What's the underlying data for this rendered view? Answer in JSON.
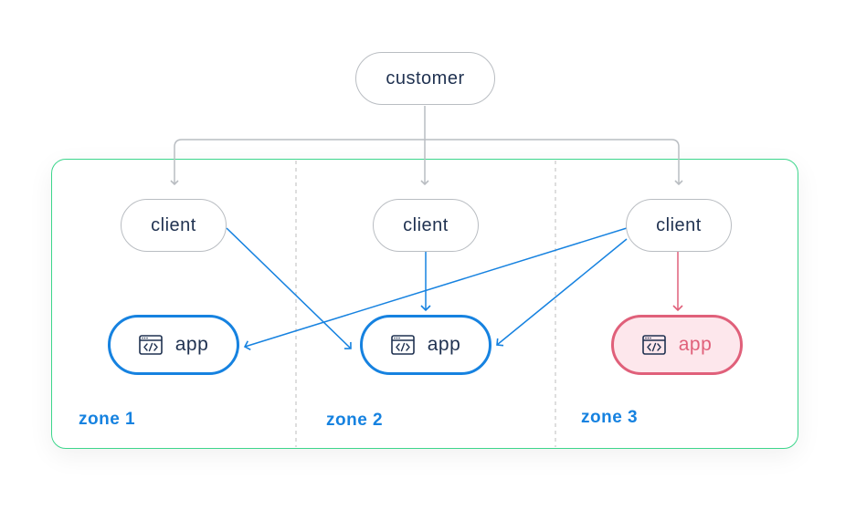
{
  "customer": {
    "label": "customer"
  },
  "clients": [
    {
      "label": "client"
    },
    {
      "label": "client"
    },
    {
      "label": "client"
    }
  ],
  "apps": [
    {
      "label": "app",
      "icon": "code-window-icon",
      "status": "healthy"
    },
    {
      "label": "app",
      "icon": "code-window-icon",
      "status": "healthy"
    },
    {
      "label": "app",
      "icon": "code-window-icon",
      "status": "failed"
    }
  ],
  "zones": [
    {
      "label": "zone 1"
    },
    {
      "label": "zone 2"
    },
    {
      "label": "zone 3"
    }
  ],
  "colors": {
    "container_border": "#3dd68c",
    "route_blue": "#1682e0",
    "route_red": "#e0607a",
    "failed_fill": "#fde7ec",
    "connector_gray": "#b9bdc2",
    "text_dark": "#1f3150"
  }
}
